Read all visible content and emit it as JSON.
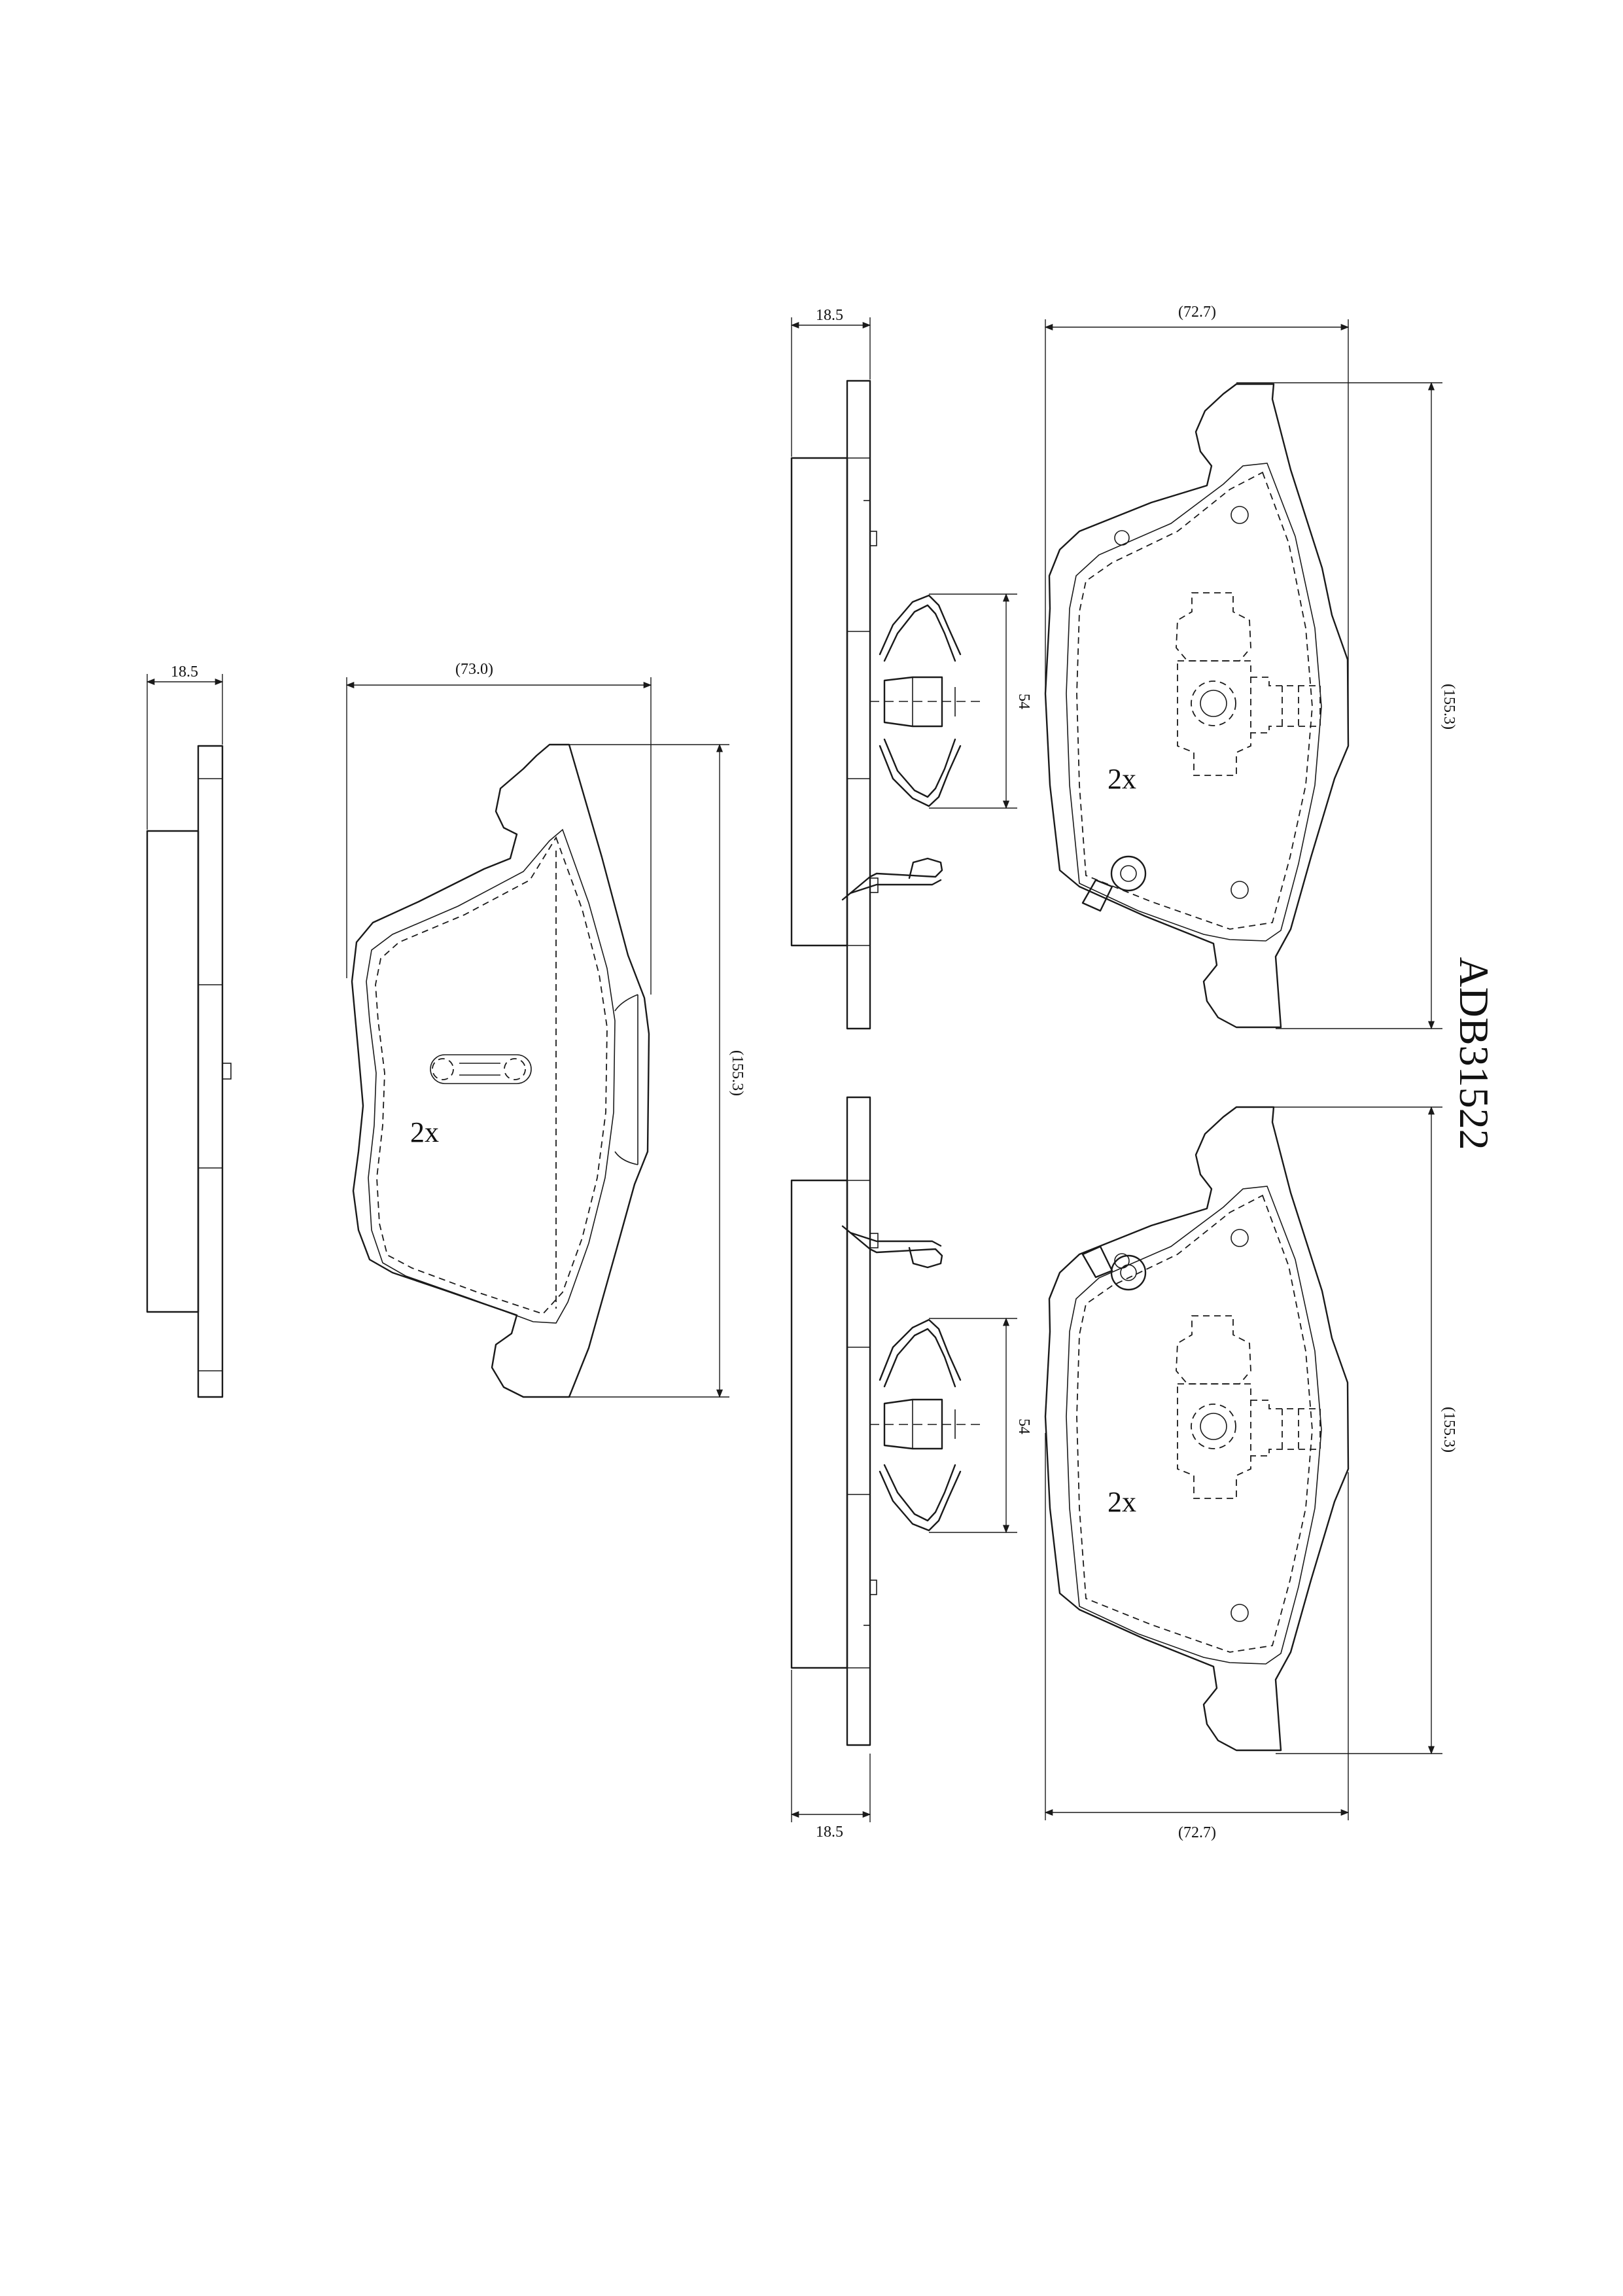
{
  "part_number": "ADB31522",
  "left_pad": {
    "thickness": "18.5",
    "width": "(73.0)",
    "height": "(155.3)",
    "quantity": "2x"
  },
  "top_pad": {
    "thickness": "18.5",
    "width": "(72.7)",
    "height": "(155.3)",
    "spring_span": "54",
    "quantity": "2x"
  },
  "bottom_pad": {
    "thickness": "18.5",
    "width": "(72.7)",
    "height": "(155.3)",
    "spring_span": "54",
    "quantity": "2x"
  }
}
